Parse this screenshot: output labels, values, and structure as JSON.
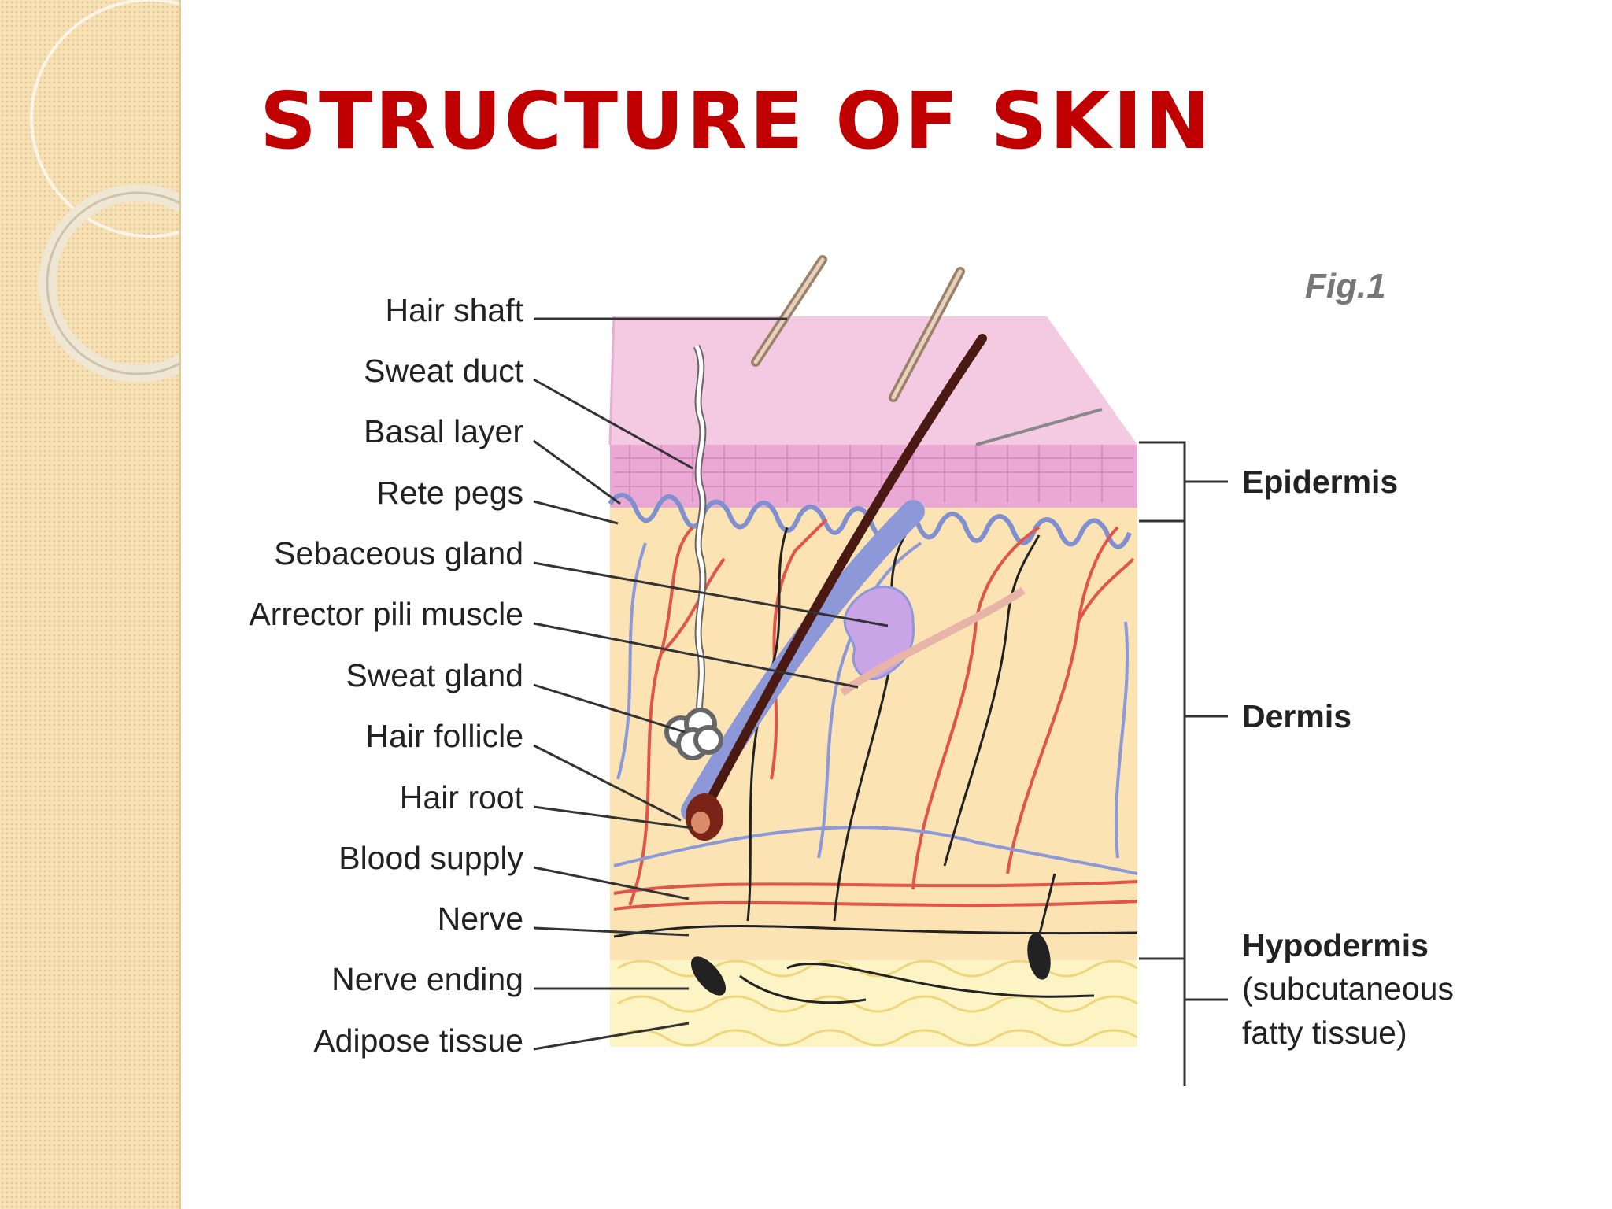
{
  "title": "STRUCTURE OF SKIN",
  "figure_label": "Fig.1",
  "left_labels": [
    "Hair shaft",
    "Sweat duct",
    "Basal layer",
    "Rete pegs",
    "Sebaceous gland",
    "Arrector pili muscle",
    "Sweat gland",
    "Hair follicle",
    "Hair root",
    "Blood supply",
    "Nerve",
    "Nerve ending",
    "Adipose tissue"
  ],
  "right_labels": {
    "epidermis": "Epidermis",
    "dermis": "Dermis",
    "hypodermis": "Hypodermis",
    "hypodermis_note_1": "(subcutaneous",
    "hypodermis_note_2": "fatty tissue)"
  },
  "colors": {
    "title": "#c00000",
    "sidebar": "#f5deb0",
    "epidermis_top": "#f2c6e0",
    "epidermis_cells": "#e9a6d2",
    "basal_line": "#7f8fd0",
    "dermis": "#fbe3b4",
    "hypodermis": "#fdf4c6",
    "artery": "#e0544a",
    "vein": "#8c98d8",
    "hair": "#4a1a12"
  }
}
